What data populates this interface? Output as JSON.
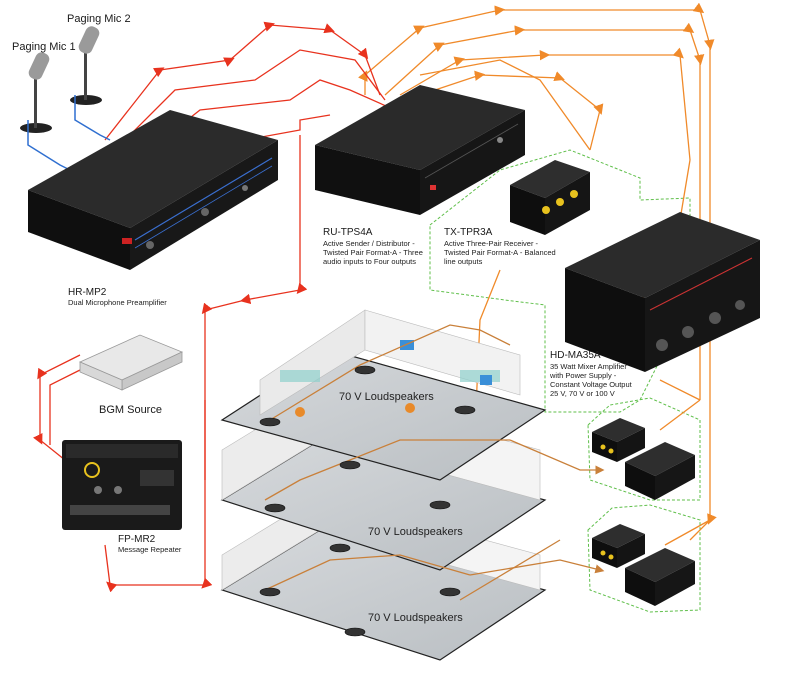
{
  "mics": {
    "mic1": "Paging Mic 1",
    "mic2": "Paging Mic 2"
  },
  "devices": {
    "hr_mp2": {
      "model": "HR-MP2",
      "desc": "Dual Microphone Preamplifier"
    },
    "ru_tps4a": {
      "model": "RU-TPS4A",
      "desc": [
        "Active Sender / Distributor -",
        "Twisted Pair Format-A - Three",
        "audio inputs to Four outputs"
      ]
    },
    "tx_tpr3a": {
      "model": "TX-TPR3A",
      "desc": [
        "Active Three-Pair Receiver -",
        "Twisted Pair Format-A - Balanced",
        "line outputs"
      ]
    },
    "hd_ma35a": {
      "model": "HD-MA35A",
      "desc": [
        "35 Watt Mixer Amplifier",
        "with Power Supply -",
        "Constant Voltage Output",
        "25 V, 70 V or 100 V"
      ]
    },
    "bgm": {
      "model": "BGM Source"
    },
    "fp_mr2": {
      "model": "FP-MR2",
      "desc": "Message Repeater"
    }
  },
  "floors": [
    {
      "label": "70 V Loudspeakers"
    },
    {
      "label": "70 V Loudspeakers"
    },
    {
      "label": "70 V Loudspeakers"
    }
  ],
  "colors": {
    "mic_wire": "#2f6fd0",
    "line_red": "#e8321e",
    "line_orange": "#f08a2a",
    "speaker_wire": "#c9803a",
    "dash_green": "#5fbf4a",
    "device_body": "#1c1c1c"
  }
}
